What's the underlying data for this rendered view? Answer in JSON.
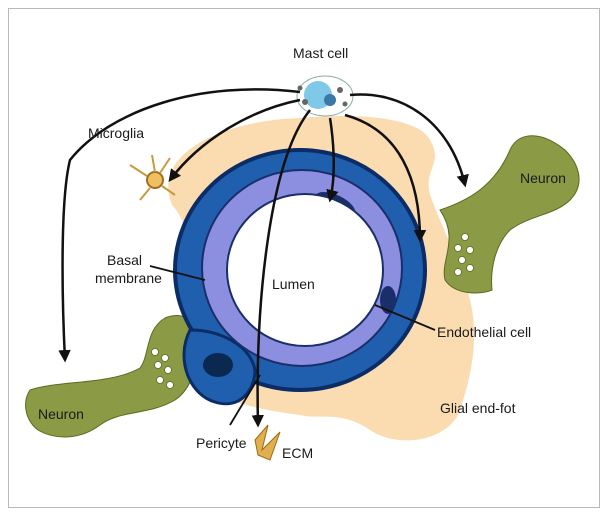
{
  "labels": {
    "mast_cell": "Mast cell",
    "microglia": "Microglia",
    "neuron_right": "Neuron",
    "neuron_left": "Neuron",
    "basal_membrane_line1": "Basal",
    "basal_membrane_line2": "membrane",
    "lumen": "Lumen",
    "endothelial_cell": "Endothelial cell",
    "glial_end_foot": "Glial end-fot",
    "pericyte": "Pericyte",
    "ecm": "ECM"
  },
  "colors": {
    "glia": "#fbdcb1",
    "neuron": "#8a9a45",
    "vessel_outer": "#1f5fae",
    "vessel_inner": "#8c8ee0",
    "mast_cell": "#7fc8e8"
  }
}
